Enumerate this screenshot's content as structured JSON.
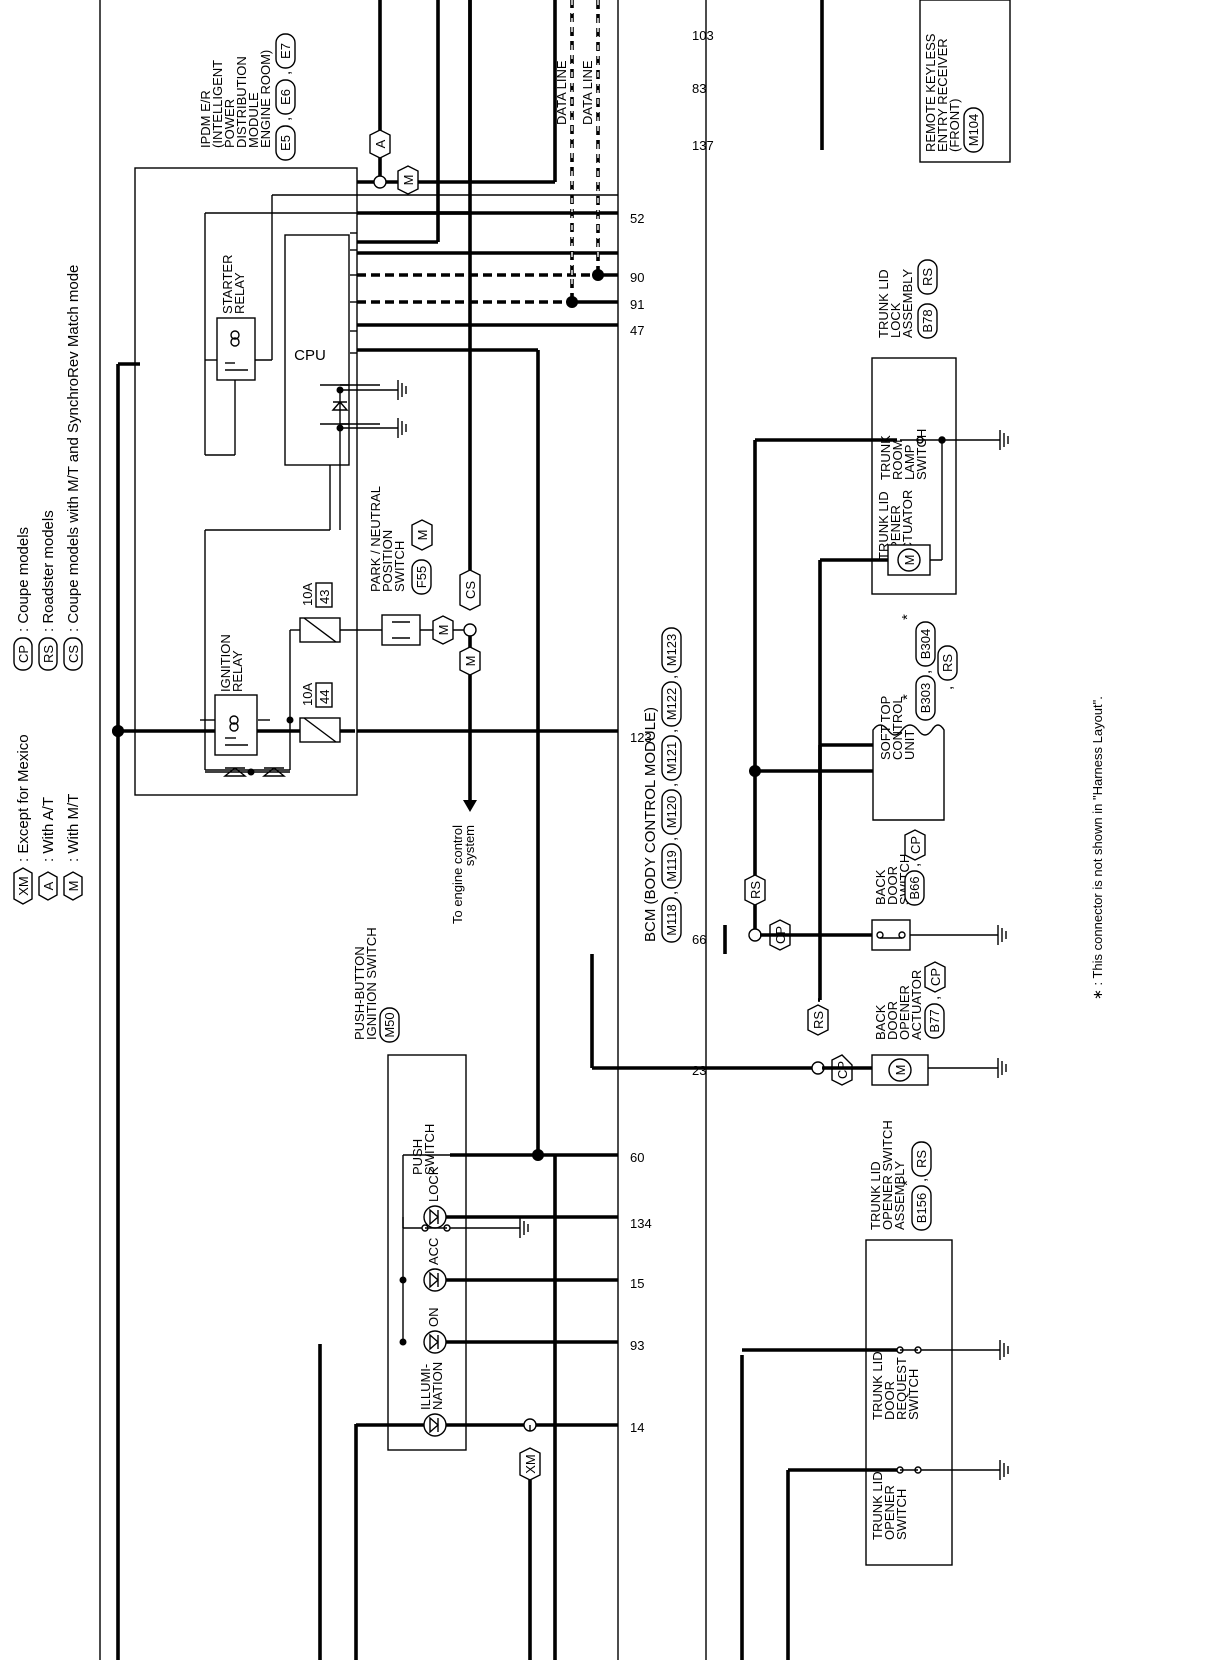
{
  "legend": {
    "items": [
      {
        "code": "XM",
        "shape": "diamond",
        "text": ": Except for Mexico"
      },
      {
        "code": "A",
        "shape": "diamond",
        "text": ": With A/T"
      },
      {
        "code": "M",
        "shape": "diamond",
        "text": ": With M/T"
      },
      {
        "code": "CP",
        "shape": "rounded",
        "text": ": Coupe models"
      },
      {
        "code": "RS",
        "shape": "rounded",
        "text": ": Roadster models"
      },
      {
        "code": "CS",
        "shape": "rounded",
        "text": ": Coupe models with M/T and SynchroRev Match mode"
      }
    ]
  },
  "ipdm": {
    "name_lines": [
      "IPDM E/R",
      "(INTELLIGENT",
      "POWER",
      "DISTRIBUTION",
      "MODULE",
      "ENGINE ROOM)"
    ],
    "connectors": [
      "E5",
      "E6",
      "E7"
    ],
    "starter_relay_lines": [
      "STARTER",
      "RELAY"
    ],
    "cpu": "CPU",
    "ignition_relay_lines": [
      "IGNITION",
      "RELAY"
    ],
    "fuse_43": {
      "rating": "10A",
      "number": "43"
    },
    "fuse_44": {
      "rating": "10A",
      "number": "44"
    }
  },
  "park_neutral_switch": {
    "lines": [
      "PARK / NEUTRAL",
      "POSITION",
      "SWITCH"
    ],
    "connector": "F55",
    "option": "M"
  },
  "engine_control_note": [
    "To engine control",
    "system"
  ],
  "push_button_switch": {
    "lines": [
      "PUSH-BUTTON",
      "IGNITION SWITCH"
    ],
    "connector": "M50",
    "push_switch_lines": [
      "PUSH",
      "SWITCH"
    ],
    "lock": "LOCK",
    "acc": "ACC",
    "on": "ON",
    "illumination_lines": [
      "ILLUMI-",
      "NATION"
    ]
  },
  "bcm": {
    "label": "BCM (BODY CONTROL MODULE)",
    "connectors": [
      "M118",
      "M119",
      "M120",
      "M121",
      "M122",
      "M123"
    ],
    "pins": [
      "52",
      "90",
      "91",
      "47",
      "123",
      "60",
      "134",
      "15",
      "93",
      "14",
      "103",
      "83",
      "137",
      "66",
      "23"
    ]
  },
  "data_lines": [
    "DATA LINE",
    "DATA LINE"
  ],
  "remote_keyless": {
    "lines": [
      "REMOTE KEYLESS",
      "ENTRY RECEIVER",
      "(FRONT)"
    ],
    "connector": "M104"
  },
  "trunk_lid_lock": {
    "lines": [
      "TRUNK LID",
      "LOCK",
      "ASSEMBLY"
    ],
    "connector": "B78",
    "option": "RS"
  },
  "trunk_room_lamp_switch": [
    "TRUNK",
    "ROOM",
    "LAMP",
    "SWITCH"
  ],
  "trunk_lid_opener_actuator": [
    "TRUNK LID",
    "OPENER",
    "ACTUATOR"
  ],
  "soft_top_control_unit": {
    "lines": [
      "SOFT TOP",
      "CONTROL",
      "UNIT"
    ],
    "connectors": [
      "B303",
      "B304"
    ],
    "option": "RS"
  },
  "back_door_switch": {
    "lines": [
      "BACK",
      "DOOR",
      "SWITCH"
    ],
    "connector": "B66",
    "option": "CP"
  },
  "back_door_opener_actuator": {
    "lines": [
      "BACK",
      "DOOR",
      "OPENER",
      "ACTUATOR"
    ],
    "connector": "B77",
    "option": "CP"
  },
  "trunk_lid_opener_switch_assembly": {
    "lines": [
      "TRUNK LID",
      "OPENER SWITCH",
      "ASSEMBLY"
    ],
    "connector": "B156",
    "option": "RS"
  },
  "trunk_lid_door_request_switch": [
    "TRUNK LID",
    "DOOR",
    "REQUEST",
    "SWITCH"
  ],
  "trunk_lid_opener_switch": [
    "TRUNK LID",
    "OPENER",
    "SWITCH"
  ],
  "wire_options": {
    "a": "A",
    "m": "M",
    "cs": "CS",
    "xm": "XM",
    "rs": "RS",
    "cp": "CP"
  },
  "symbols": {
    "asterisk": "*",
    "motor": "M"
  },
  "footnote": "∗ : This connector is not shown in \"Harness Layout\"."
}
